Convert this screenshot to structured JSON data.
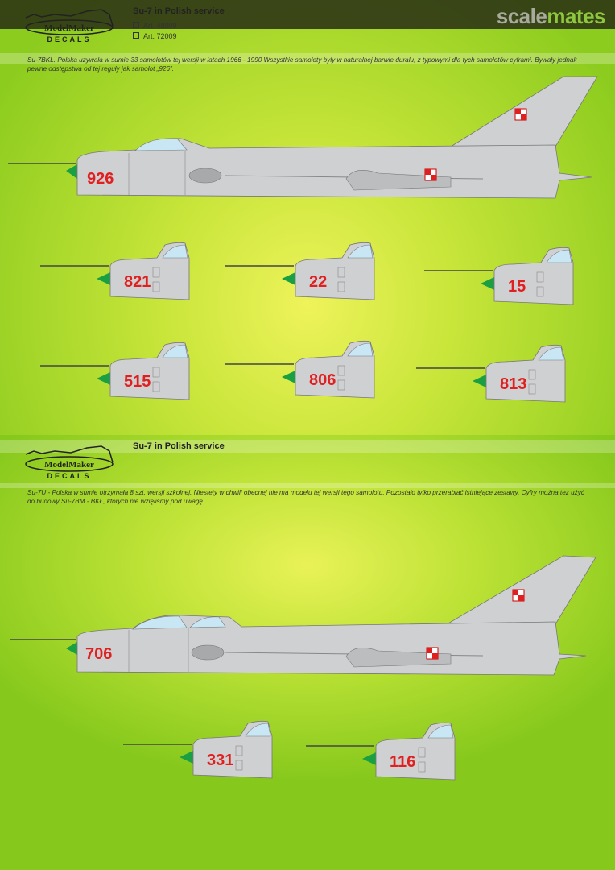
{
  "watermark": {
    "part1": "scale",
    "part2": "mates"
  },
  "logo": {
    "text_top": "ModelMaker",
    "text_bottom": "DECALS"
  },
  "section1": {
    "title": "Su-7 in Polish service",
    "articles": [
      "Art. 48009",
      "Art. 72009"
    ],
    "description": "Su-7BKŁ. Polska używała w sumie 33 samolotów tej wersji w latach 1966 - 1990 Wszystkie samoloty były w naturalnej barwie duralu, z typowymi dla tych samolotów cyframi. Bywały jednak pewne odstępstwa od tej reguły jak samolot „926”.",
    "aircraft_number": "926",
    "nose_numbers": [
      "821",
      "22",
      "15",
      "515",
      "806",
      "813"
    ]
  },
  "section2": {
    "title": "Su-7 in Polish service",
    "description": "Su-7U - Polska w sumie otrzymała 8 szt. wersji szkolnej. Niestety w chwili obecnej nie ma modelu tej wersji tego samolotu. Pozostało tylko przerabiać istniejące zestawy. Cyfry można też użyć do budowy Su-7BM - BKŁ, których nie wzięliśmy pod uwagę.",
    "aircraft_number": "706",
    "nose_numbers": [
      "331",
      "116"
    ]
  },
  "colors": {
    "metal": "#cfd0d2",
    "number_red": "#e02020",
    "cone_green": "#1aa043",
    "background_green": "#a8d82a"
  }
}
